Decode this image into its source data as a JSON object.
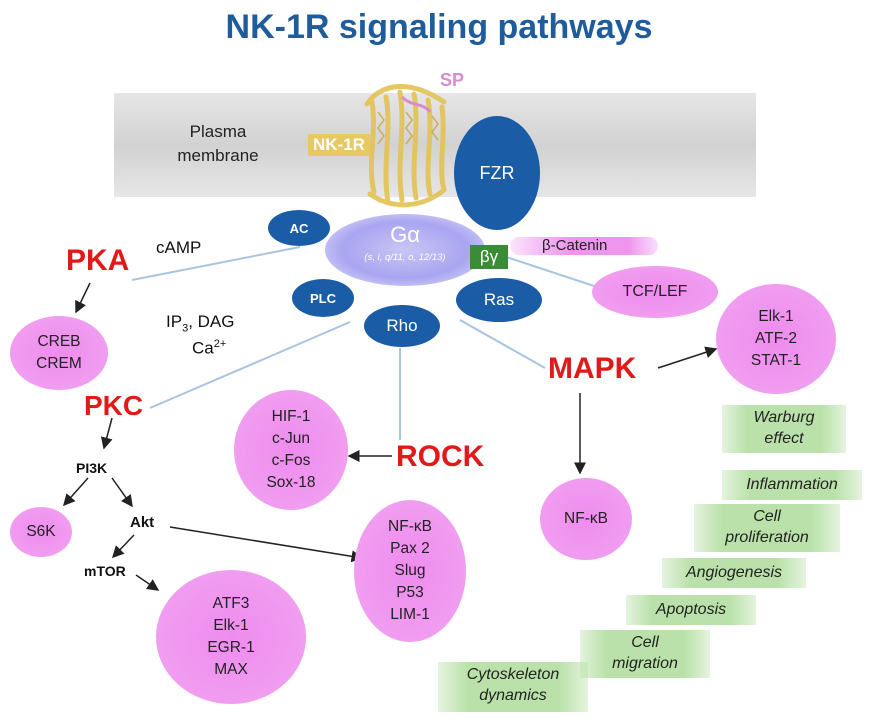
{
  "title": "NK-1R signaling pathways",
  "membrane": {
    "label": "Plasma membrane"
  },
  "receptor": {
    "ligand": "SP",
    "name": "NK-1R"
  },
  "fzr": "FZR",
  "g_protein": {
    "alpha": "Gα",
    "subtypes": "(s, i, q/11, o, 12/13)",
    "beta_gamma": "βγ"
  },
  "effectors": {
    "ac": "AC",
    "plc": "PLC",
    "rho": "Rho",
    "ras": "Ras"
  },
  "second_messengers": {
    "camp": "cAMP",
    "ip3": "IP",
    "ip3_sub": "3",
    "ip3_rest": ", DAG",
    "ca": "Ca",
    "ca_sup": "2+"
  },
  "beta_catenin": "β-Catenin",
  "tcf_lef": "TCF/LEF",
  "kinases": {
    "pka": "PKA",
    "pkc": "PKC",
    "mapk": "MAPK",
    "rock": "ROCK"
  },
  "downstream": {
    "pi3k": "PI3K",
    "akt": "Akt",
    "mtor": "mTOR",
    "s6k": "S6K"
  },
  "targets": {
    "creb": [
      "CREB",
      "CREM"
    ],
    "elk": [
      "Elk-1",
      "ATF-2",
      "STAT-1"
    ],
    "hif": [
      "HIF-1",
      "c-Jun",
      "c-Fos",
      "Sox-18"
    ],
    "nfkb_mapk": [
      "NF-κB"
    ],
    "nfkb_akt": [
      "NF-κB",
      "Pax 2",
      "Slug",
      "P53",
      "LIM-1"
    ],
    "atf3": [
      "ATF3",
      "Elk-1",
      "EGR-1",
      "MAX"
    ]
  },
  "outcomes": [
    {
      "line1": "Warburg",
      "line2": "effect"
    },
    {
      "line1": "Inflammation",
      "line2": ""
    },
    {
      "line1": "Cell",
      "line2": "proliferation"
    },
    {
      "line1": "Angiogenesis",
      "line2": ""
    },
    {
      "line1": "Apoptosis",
      "line2": ""
    },
    {
      "line1": "Cell",
      "line2": "migration"
    },
    {
      "line1": "Cytoskeleton",
      "line2": "dynamics"
    }
  ],
  "colors": {
    "title": "#1f5c9c",
    "kinase": "#e01919",
    "effector": "#1a5ca6",
    "target": "#ee8cee",
    "outcome": "#b2dea0",
    "receptor": "#e8c863"
  }
}
